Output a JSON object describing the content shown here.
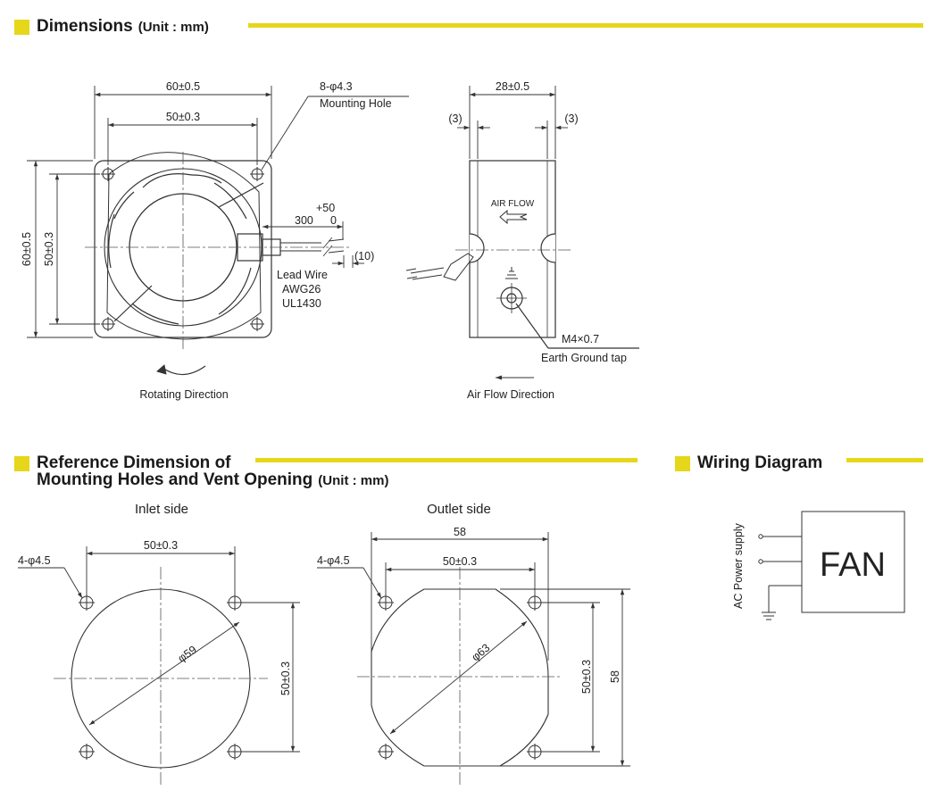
{
  "colors": {
    "accent": "#e6d71a",
    "line": "#333333"
  },
  "dimensions_section": {
    "title": "Dimensions",
    "unit": "(Unit : mm)",
    "front_view": {
      "width_outer": "60±0.5",
      "width_inner": "50±0.3",
      "height_outer": "60±0.5",
      "height_inner": "50±0.3",
      "mounting_hole_spec": "8-φ4.3",
      "mounting_hole_label": "Mounting Hole",
      "lead_tol_plus": "+50",
      "lead_length": "300",
      "lead_tol_minus": "0",
      "strip_length": "(10)",
      "lead_wire_1": "Lead Wire",
      "lead_wire_2": "AWG26",
      "lead_wire_3": "UL1430",
      "rotating_direction": "Rotating Direction"
    },
    "side_view": {
      "depth": "28±0.5",
      "flange_left": "(3)",
      "flange_right": "(3)",
      "air_flow_mark": "AIR  FLOW",
      "screw_spec": "M4×0.7",
      "earth_label": "Earth Ground tap",
      "air_flow_direction": "Air Flow Direction"
    }
  },
  "reference_section": {
    "title_line1": "Reference Dimension of",
    "title_line2": "Mounting Holes and Vent Opening",
    "unit": "(Unit : mm)",
    "inlet": {
      "label": "Inlet side",
      "holes": "4-φ4.5",
      "pitch_h": "50±0.3",
      "pitch_v": "50±0.3",
      "diameter": "φ59"
    },
    "outlet": {
      "label": "Outlet side",
      "overall_h": "58",
      "holes": "4-φ4.5",
      "pitch_h": "50±0.3",
      "pitch_v": "50±0.3",
      "overall_v": "58",
      "diameter": "φ63"
    }
  },
  "wiring_section": {
    "title": "Wiring Diagram",
    "supply_label": "AC Power supply",
    "device_label": "FAN"
  }
}
